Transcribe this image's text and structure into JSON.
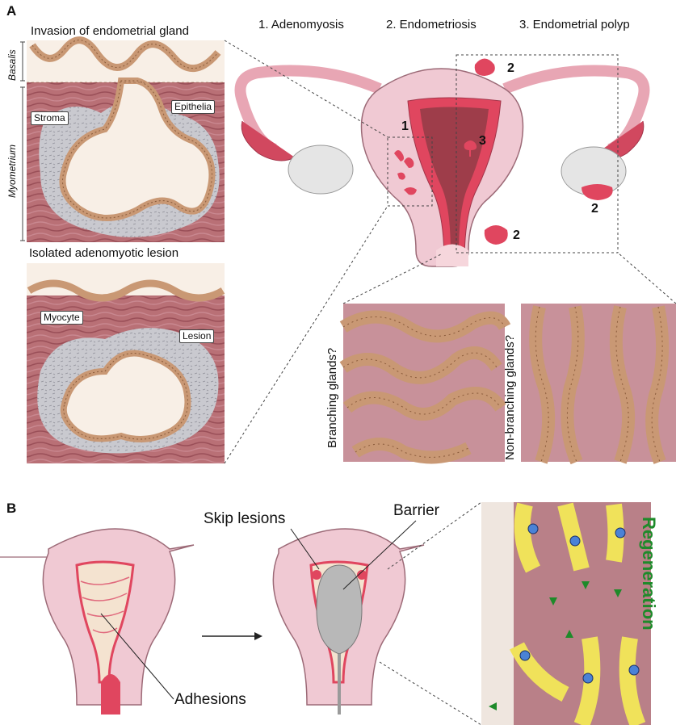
{
  "panel_a": {
    "letter": "A",
    "legend": {
      "item1": "1. Adenomyosis",
      "item2": "2. Endometriosis",
      "item3": "3. Endometrial polyp"
    },
    "inset_top": {
      "title": "Invasion of endometrial gland",
      "side_basalis": "Basalis",
      "side_myometrium": "Myometrium",
      "label_stroma": "Stroma",
      "label_epithelia": "Epithelia"
    },
    "inset_bottom": {
      "title": "Isolated adenomyotic lesion",
      "label_myocyte": "Myocyte",
      "label_lesion": "Lesion"
    },
    "markers": {
      "m1": "1",
      "m2a": "2",
      "m2b": "2",
      "m2c": "2",
      "m3": "3"
    },
    "glands": {
      "branching": "Branching glands?",
      "non_branching": "Non-branching glands?"
    }
  },
  "panel_b": {
    "letter": "B",
    "label_adhesions": "Adhesions",
    "label_skip": "Skip lesions",
    "label_barrier": "Barrier",
    "label_regeneration": "Regeneration"
  },
  "colors": {
    "uterus": "#f0c9d3",
    "uterus_stroke": "#9c6a77",
    "endometrium": "#e0465f",
    "myometrium": "#b97076",
    "gland": "#c99874",
    "stroma": "#c9c9c9",
    "lumen": "#f8efe6",
    "regeneration": "#1e8a2a",
    "epithelium_yellow": "#f0e25a",
    "nucleus_blue": "#4a82d6"
  }
}
